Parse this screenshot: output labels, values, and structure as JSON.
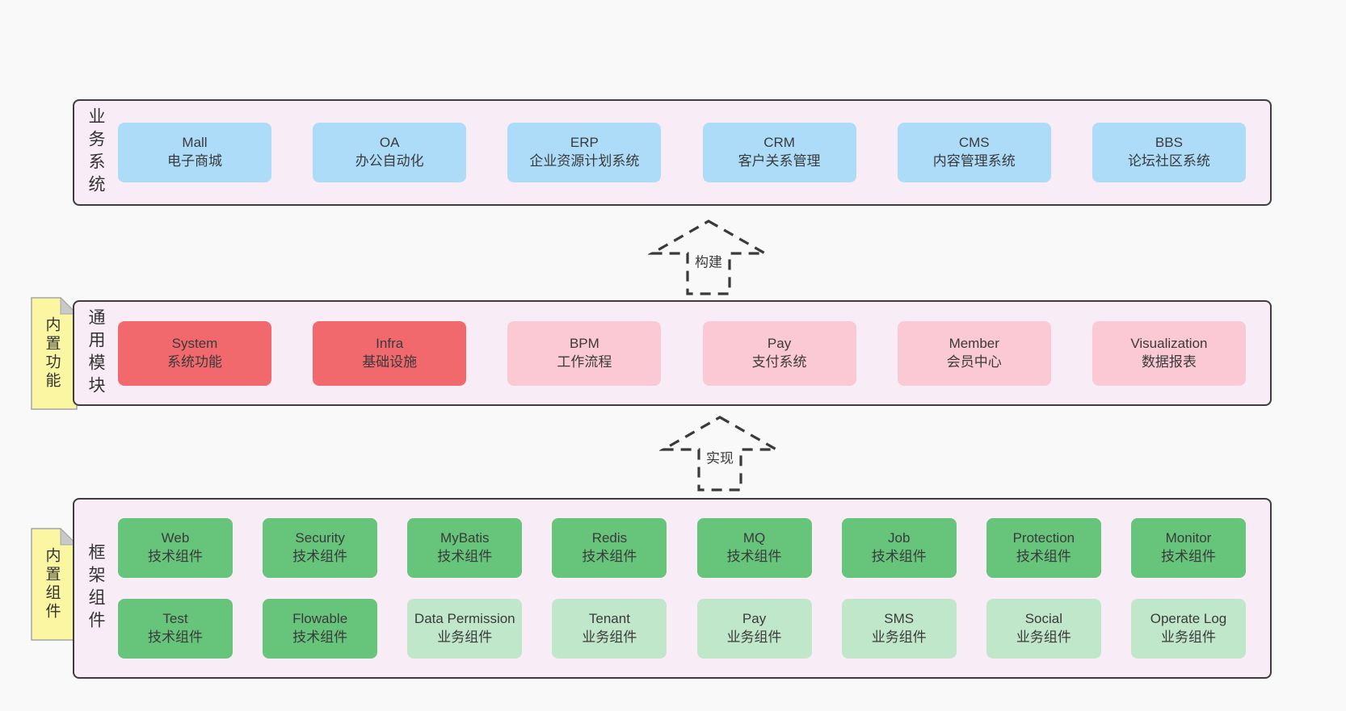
{
  "colors": {
    "page_bg": "#f9f9f9",
    "band_bg": "#f8edf6",
    "band_border": "#3d3d3d",
    "text": "#3a3a3a",
    "blue": "#addcf9",
    "red": "#f1696d",
    "pink": "#fbc9d3",
    "green": "#67c47b",
    "lightgreen": "#c1e7cb",
    "note_bg": "#fbf6a2",
    "note_fold": "#c9c9c9",
    "note_border": "#a6a6a6"
  },
  "arrows": [
    {
      "label": "构建"
    },
    {
      "label": "实现"
    }
  ],
  "notes": [
    {
      "label": "内置功能"
    },
    {
      "label": "内置组件"
    }
  ],
  "bands": [
    {
      "label": "业务系统",
      "rows": [
        [
          {
            "name": "Mall",
            "desc": "电子商城",
            "variant": "blue"
          },
          {
            "name": "OA",
            "desc": "办公自动化",
            "variant": "blue"
          },
          {
            "name": "ERP",
            "desc": "企业资源计划系统",
            "variant": "blue"
          },
          {
            "name": "CRM",
            "desc": "客户关系管理",
            "variant": "blue"
          },
          {
            "name": "CMS",
            "desc": "内容管理系统",
            "variant": "blue"
          },
          {
            "name": "BBS",
            "desc": "论坛社区系统",
            "variant": "blue"
          }
        ]
      ]
    },
    {
      "label": "通用模块",
      "rows": [
        [
          {
            "name": "System",
            "desc": "系统功能",
            "variant": "red"
          },
          {
            "name": "Infra",
            "desc": "基础设施",
            "variant": "red"
          },
          {
            "name": "BPM",
            "desc": "工作流程",
            "variant": "pink"
          },
          {
            "name": "Pay",
            "desc": "支付系统",
            "variant": "pink"
          },
          {
            "name": "Member",
            "desc": "会员中心",
            "variant": "pink"
          },
          {
            "name": "Visualization",
            "desc": "数据报表",
            "variant": "pink"
          }
        ]
      ]
    },
    {
      "label": "框架组件",
      "rows": [
        [
          {
            "name": "Web",
            "desc": "技术组件",
            "variant": "green"
          },
          {
            "name": "Security",
            "desc": "技术组件",
            "variant": "green"
          },
          {
            "name": "MyBatis",
            "desc": "技术组件",
            "variant": "green"
          },
          {
            "name": "Redis",
            "desc": "技术组件",
            "variant": "green"
          },
          {
            "name": "MQ",
            "desc": "技术组件",
            "variant": "green"
          },
          {
            "name": "Job",
            "desc": "技术组件",
            "variant": "green"
          },
          {
            "name": "Protection",
            "desc": "技术组件",
            "variant": "green"
          },
          {
            "name": "Monitor",
            "desc": "技术组件",
            "variant": "green"
          }
        ],
        [
          {
            "name": "Test",
            "desc": "技术组件",
            "variant": "green"
          },
          {
            "name": "Flowable",
            "desc": "技术组件",
            "variant": "green"
          },
          {
            "name": "Data Permission",
            "desc": "业务组件",
            "variant": "lightgreen"
          },
          {
            "name": "Tenant",
            "desc": "业务组件",
            "variant": "lightgreen"
          },
          {
            "name": "Pay",
            "desc": "业务组件",
            "variant": "lightgreen"
          },
          {
            "name": "SMS",
            "desc": "业务组件",
            "variant": "lightgreen"
          },
          {
            "name": "Social",
            "desc": "业务组件",
            "variant": "lightgreen"
          },
          {
            "name": "Operate Log",
            "desc": "业务组件",
            "variant": "lightgreen"
          }
        ]
      ]
    }
  ]
}
